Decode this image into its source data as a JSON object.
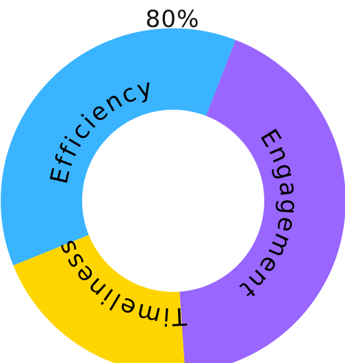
{
  "chart_data": {
    "type": "pie",
    "title": "80%",
    "categories": [
      "Efficiency",
      "Engagement",
      "Timeliness"
    ],
    "values": [
      37,
      43,
      20
    ],
    "colors": [
      "#3BB4FF",
      "#9966FF",
      "#FFD500"
    ]
  }
}
